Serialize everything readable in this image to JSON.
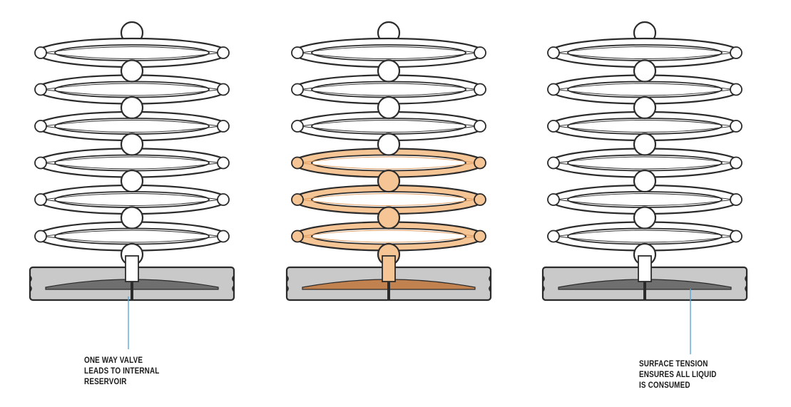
{
  "diagram": {
    "stack_count": 3,
    "rings_per_stack": 6,
    "colors": {
      "outline": "#2b2b2b",
      "ring_fill": "#ffffff",
      "liquid": "#f6c596",
      "liquid_outline": "#dd9a5e",
      "base_fill": "#c9c9c9",
      "reservoir_dark": "#6f6f6f",
      "reservoir_liquid": "#c28250",
      "callout_line": "#5aa9d8"
    },
    "stacks": [
      {
        "name": "stack-empty",
        "filled_rings": 0,
        "reservoir_state": "empty"
      },
      {
        "name": "stack-filling",
        "filled_rings": 3,
        "reservoir_state": "liquid"
      },
      {
        "name": "stack-consumed",
        "filled_rings": 0,
        "reservoir_state": "empty"
      }
    ]
  },
  "callouts": {
    "left": {
      "lines": [
        "ONE WAY VALVE",
        "LEADS TO INTERNAL",
        "RESERVOIR"
      ]
    },
    "right": {
      "lines": [
        "SURFACE TENSION",
        "ENSURES ALL LIQUID",
        "IS CONSUMED"
      ]
    }
  }
}
